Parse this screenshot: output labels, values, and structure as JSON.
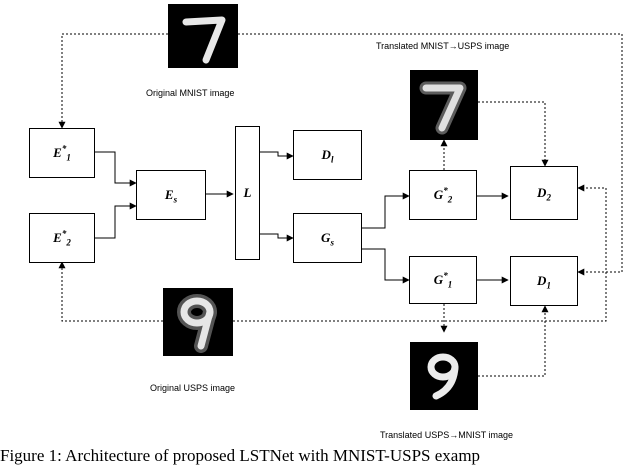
{
  "labels": {
    "original_mnist": "Original MNIST image",
    "translated_mnist_usps": "Translated MNIST→USPS image",
    "original_usps": "Original USPS image",
    "translated_usps_mnist": "Translated USPS→MNIST image"
  },
  "nodes": {
    "E1": {
      "base": "E",
      "sup": "*",
      "sub": "1"
    },
    "E2": {
      "base": "E",
      "sup": "*",
      "sub": "2"
    },
    "Es": {
      "base": "E",
      "sup": "",
      "sub": "s"
    },
    "L": {
      "base": "L",
      "sup": "",
      "sub": ""
    },
    "Dl": {
      "base": "D",
      "sup": "",
      "sub": "l"
    },
    "Gs": {
      "base": "G",
      "sup": "",
      "sub": "s"
    },
    "G2": {
      "base": "G",
      "sup": "*",
      "sub": "2"
    },
    "G1": {
      "base": "G",
      "sup": "*",
      "sub": "1"
    },
    "D2": {
      "base": "D",
      "sup": "",
      "sub": "2"
    },
    "D1": {
      "base": "D",
      "sup": "",
      "sub": "1"
    }
  },
  "images": {
    "mnist_seven": "7",
    "translated_seven": "7",
    "usps_nine": "9",
    "translated_nine": "9"
  },
  "caption": "Figure 1: Architecture of proposed LSTNet with MNIST-USPS examp"
}
